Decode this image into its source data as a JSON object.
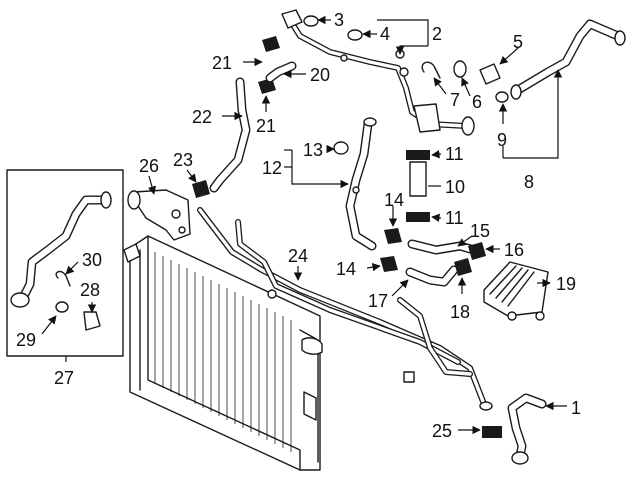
{
  "callouts": {
    "c1": "1",
    "c2": "2",
    "c3": "3",
    "c4": "4",
    "c5": "5",
    "c6": "6",
    "c7": "7",
    "c8": "8",
    "c9": "9",
    "c10": "10",
    "c11a": "11",
    "c11b": "11",
    "c12": "12",
    "c13": "13",
    "c14a": "14",
    "c14b": "14",
    "c15": "15",
    "c16": "16",
    "c17": "17",
    "c18": "18",
    "c19": "19",
    "c20": "20",
    "c21a": "21",
    "c21b": "21",
    "c22": "22",
    "c23": "23",
    "c24": "24",
    "c25": "25",
    "c26": "26",
    "c27": "27",
    "c28": "28",
    "c29": "29",
    "c30": "30"
  },
  "colors": {
    "line": "#1a1a1a",
    "background": "#ffffff"
  }
}
